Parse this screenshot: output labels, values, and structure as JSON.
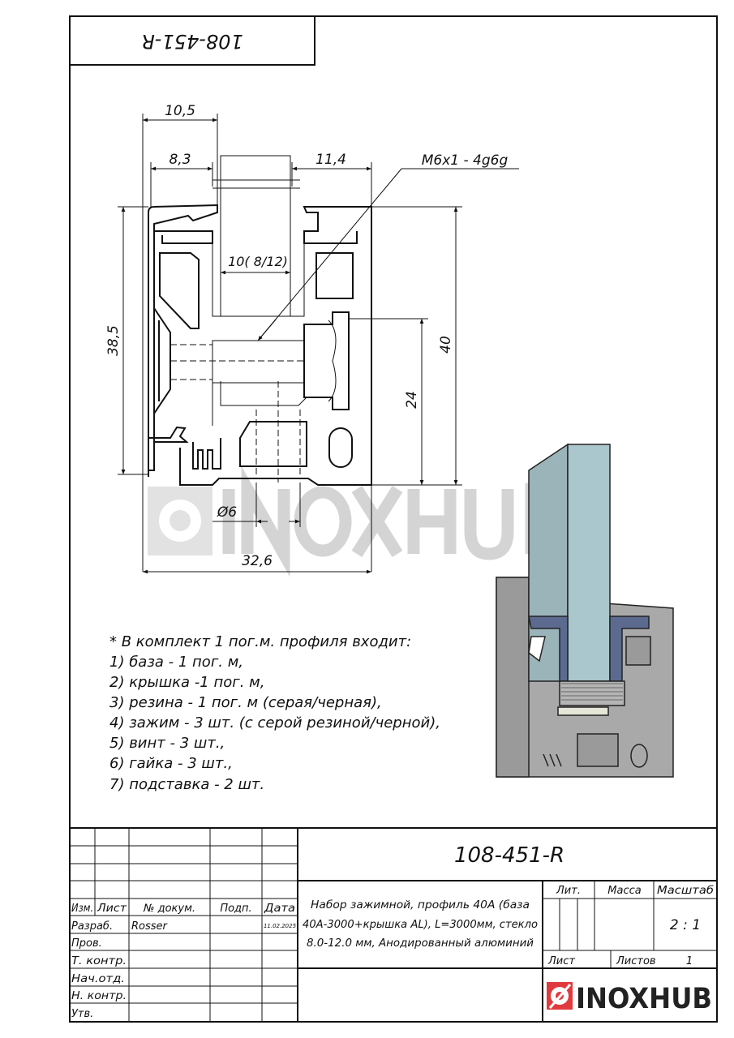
{
  "drawing": {
    "corner_code": "108-451-R",
    "dimensions": {
      "d_10_5": "10,5",
      "d_8_3": "8,3",
      "d_11_4": "11,4",
      "thread": "M6x1 - 4g6g",
      "glass_gap": "10( 8/12)",
      "d_38_5": "38,5",
      "d_40": "40",
      "d_24": "24",
      "d_dia6": "Ø6",
      "d_32_6": "32,6"
    },
    "watermark": "INOXHUB",
    "glass_color": "#a9c7cc",
    "profile_color": "#a9a9a9",
    "clamp_color": "#5c6a90"
  },
  "notes": {
    "title": "* В комплект 1 пог.м. профиля входит:",
    "items": [
      "1) база - 1 пог. м,",
      "2) крышка -1 пог. м,",
      "3) резина - 1 пог. м (серая/черная),",
      "4) зажим - 3 шт. (с серой резиной/черной),",
      "5) винт - 3 шт.,",
      "6) гайка - 3 шт.,",
      "7) подставка - 2 шт."
    ]
  },
  "title_block": {
    "doc_number": "108-451-R",
    "headers": [
      "Изм.",
      "Лист",
      "№ докум.",
      "Подп.",
      "Дата"
    ],
    "rows": [
      {
        "role": "Разраб.",
        "name": "Rosser",
        "date": "11.02.2025"
      },
      {
        "role": "Пров."
      },
      {
        "role": "Т. контр."
      },
      {
        "role": "Нач.отд."
      },
      {
        "role": "Н. контр."
      },
      {
        "role": "Утв."
      }
    ],
    "description": [
      "Набор зажимной, профиль 40А (база",
      "40А-3000+крышка AL), L=3000мм, стекло",
      "8.0-12.0 мм, Анодированный алюминий"
    ],
    "lit_label": "Лит.",
    "mass_label": "Масса",
    "scale_label": "Масштаб",
    "scale_value": "2 : 1",
    "sheet_label": "Лист",
    "sheets_label": "Листов",
    "sheets_value": "1",
    "logo_text": "INOXHUB",
    "logo_color": "#e03a3e"
  }
}
